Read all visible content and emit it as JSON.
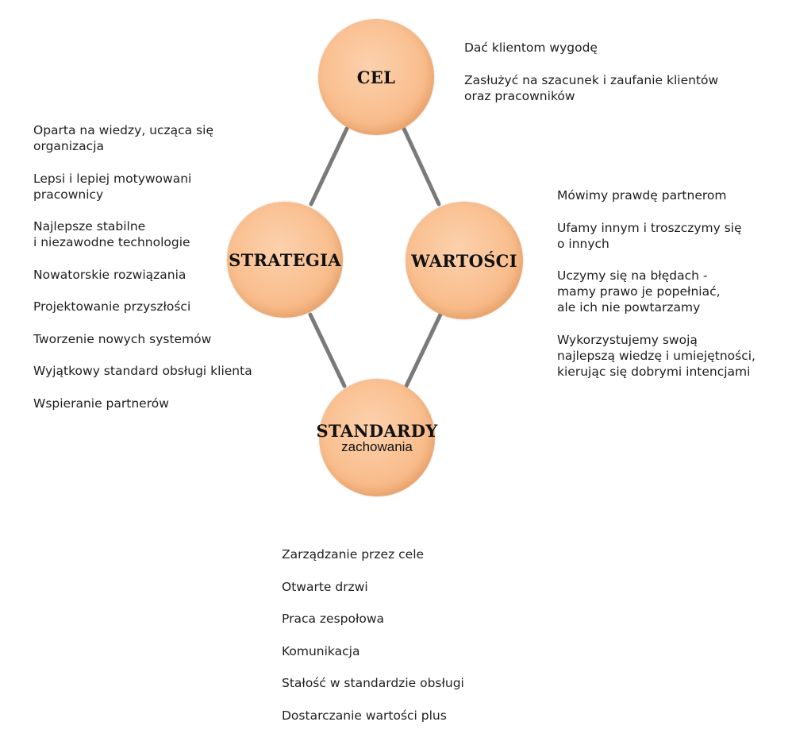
{
  "nodes": {
    "cel": {
      "title": "CEL"
    },
    "strategia": {
      "title": "STRATEGIA"
    },
    "wartosci": {
      "title": "WARTOŚCI"
    },
    "standardy": {
      "title": "STANDARDY",
      "subtitle": "zachowania"
    }
  },
  "lists": {
    "cel": [
      "Dać klientom wygodę",
      "Zasłużyć na szacunek i zaufanie klientów\noraz pracowników"
    ],
    "strategia": [
      "Oparta na wiedzy, ucząca się\norganizacja",
      "Lepsi i lepiej motywowani\npracownicy",
      "Najlepsze stabilne\ni niezawodne technologie",
      "Nowatorskie rozwiązania",
      "Projektowanie przyszłości",
      "Tworzenie nowych systemów",
      "Wyjątkowy standard obsługi klienta",
      "Wspieranie partnerów"
    ],
    "wartosci": [
      "Mówimy prawdę partnerom",
      "Ufamy innym i troszczymy się\no innych",
      "Uczymy się na błędach -\nmamy prawo je popełniać,\nale ich nie powtarzamy",
      "Wykorzystujemy swoją\nnajlepszą wiedzę i umiejętności,\nkierując się dobrymi intencjami"
    ],
    "standardy": [
      "Zarządzanie przez cele",
      "Otwarte drzwi",
      "Praca zespołowa",
      "Komunikacja",
      "Stałość w standardzie obsługi",
      "Dostarczanie wartości plus"
    ]
  },
  "colors": {
    "node_fill": "#f9be8e",
    "connector": "#7a7a7a",
    "text": "#1e1e1e"
  }
}
